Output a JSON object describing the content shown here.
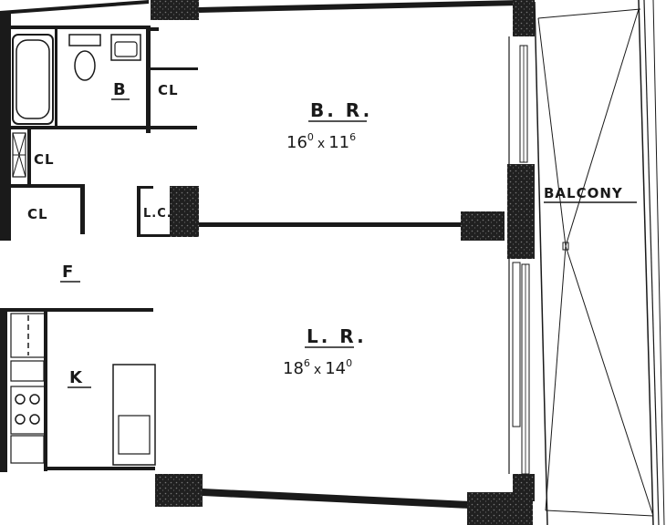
{
  "rooms": {
    "bedroom": {
      "label": "B. R.",
      "dim_a": "16",
      "dim_a_sup": "0",
      "dim_b": "11",
      "dim_b_sup": "6",
      "sep": "x"
    },
    "living": {
      "label": "L. R.",
      "dim_a": "18",
      "dim_a_sup": "6",
      "dim_b": "14",
      "dim_b_sup": "0",
      "sep": "x"
    },
    "bath": {
      "label": "B"
    },
    "closet_bath": {
      "label": "CL"
    },
    "closet_left_upper": {
      "label": "CL"
    },
    "closet_left_lower": {
      "label": "CL"
    },
    "linen_closet": {
      "label": "L.C."
    },
    "foyer": {
      "label": "F"
    },
    "kitchen": {
      "label": "K"
    },
    "balcony": {
      "label": "BALCONY"
    }
  }
}
